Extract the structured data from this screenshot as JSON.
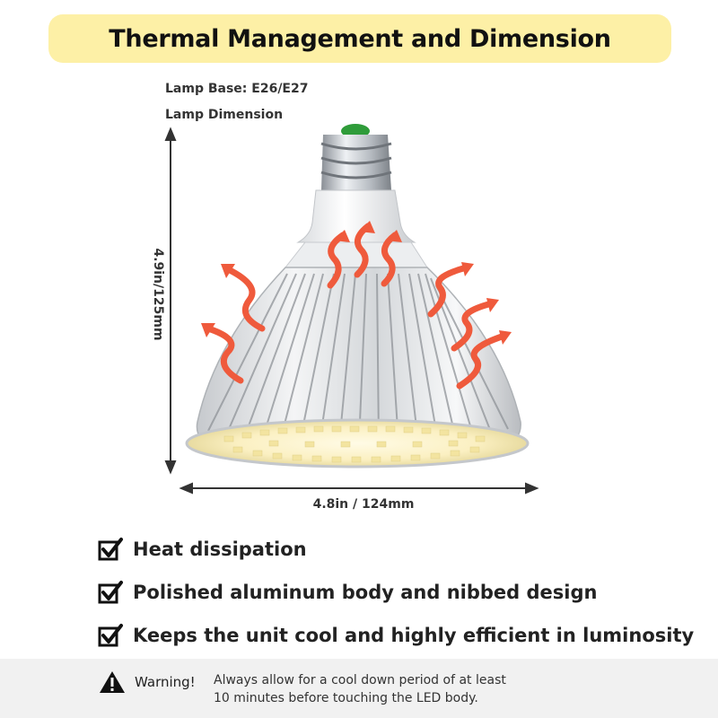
{
  "header": {
    "title": "Thermal Management and Dimension"
  },
  "specs": {
    "base": "Lamp Base: E26/E27",
    "dimension": "Lamp Dimension"
  },
  "dimensions": {
    "height": "4.9in/125mm",
    "width": "4.8in / 124mm"
  },
  "features": [
    {
      "text": "Heat dissipation",
      "icon": "check-icon"
    },
    {
      "text": "Polished aluminum body and nibbed design",
      "icon": "check-icon"
    },
    {
      "text": "Keeps the unit cool and highly efficient in luminosity",
      "icon": "check-icon"
    }
  ],
  "warning": {
    "label": "Warning!",
    "text": "Always allow for a cool down period of at least 10 minutes before touching the LED body.",
    "icon": "warning-triangle-icon"
  },
  "colors": {
    "title_bg": "#fdf0a6",
    "heat_arrow": "#ef5a3c",
    "cap_green": "#2f9c3a",
    "warning_bg": "#f1f1f1"
  }
}
